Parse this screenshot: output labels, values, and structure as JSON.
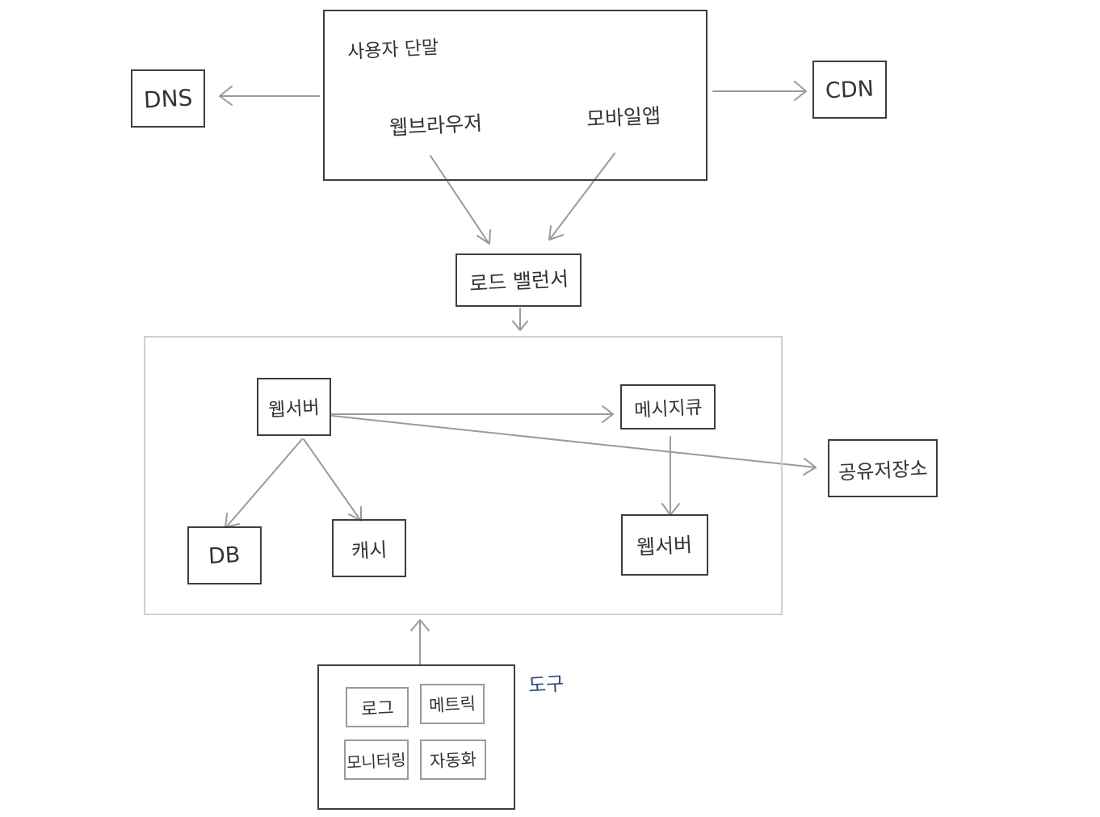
{
  "diagram": {
    "user_device": {
      "title": "사용자 단말",
      "web_browser": "웹브라우저",
      "mobile_app": "모바일앱"
    },
    "dns": "DNS",
    "cdn": "CDN",
    "load_balancer": "로드 밸런서",
    "web_server_1": "웹서버",
    "message_queue": "메시지큐",
    "shared_storage": "공유저장소",
    "db": "DB",
    "cache": "캐시",
    "web_server_2": "웹서버",
    "tools": {
      "title": "도구",
      "log": "로그",
      "metrics": "메트릭",
      "monitoring": "모니터링",
      "automation": "자동화"
    },
    "colors": {
      "box_border": "#3d3d3d",
      "arrow": "#9a9a9a",
      "group_border": "#cfcfcf",
      "tools_label": "#2e4a7a"
    }
  }
}
